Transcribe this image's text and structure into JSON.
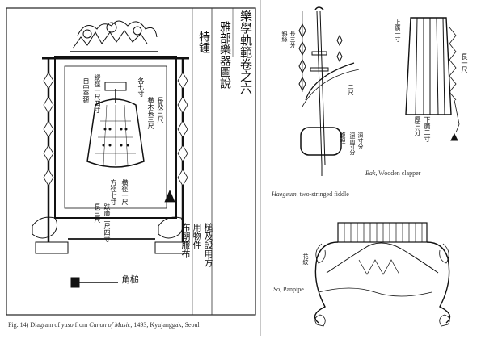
{
  "left": {
    "title_col1": "樂學軌範卷之六",
    "title_col2": "雅部樂器圖說",
    "title_col3": "特鍾",
    "note_col1": "縱徑一尺四寸",
    "note_col2": "自中至鈕",
    "note_col3": "各七寸",
    "bottom_col1": "横徑一尺",
    "bottom_col2": "方徑七寸",
    "right_note1": "横木長三尺",
    "right_note2": "長及三尺",
    "base_col1": "趺廣二尺四寸",
    "base_col2": "長三尺",
    "corner_label": "角槌",
    "text_col_a": "槌及設用方",
    "text_col_b": "用物件",
    "text_col_c": "布朝服布",
    "caption_prefix": "Fig. 14) Diagram of ",
    "caption_term": "yuso",
    "caption_mid": " from ",
    "caption_book": "Canon of Music",
    "caption_suffix": ", 1493, Kyujanggak, Seoul"
  },
  "haegeum": {
    "label_term": "Haegeum",
    "label_desc": ", two-stringed fiddle",
    "annot_a": "斜絲",
    "annot_b": "長三分",
    "annot_c": "二尺",
    "annot_d": "腹裡",
    "annot_e": "深面寸分",
    "annot_f": "深寸分"
  },
  "bak": {
    "label_term": "Bak",
    "label_desc": ", Wooden clapper",
    "annot_a": "上廣一寸",
    "annot_b": "長一尺",
    "annot_c": "下廣二寸",
    "annot_d": "厚三分"
  },
  "panpipe": {
    "label_prefix": "So",
    "label_desc": ", Panpipe",
    "annot_a": "花紋"
  },
  "colors": {
    "ink": "#111111",
    "paper": "#ffffff",
    "caption": "#333333"
  }
}
